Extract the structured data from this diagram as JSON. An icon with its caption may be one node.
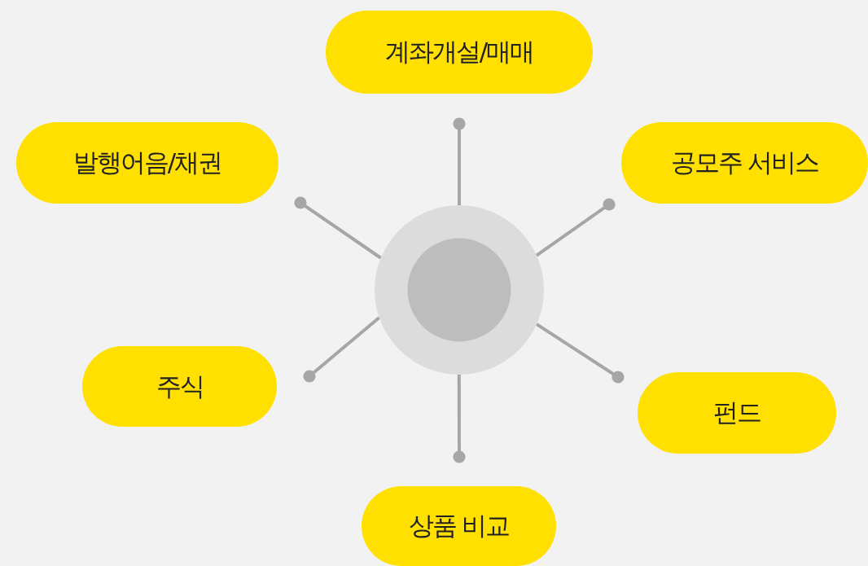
{
  "diagram": {
    "nodes": [
      {
        "text": [
          "계좌개설/매매"
        ]
      },
      {
        "text": [
          "발행어음/채권"
        ]
      },
      {
        "text": [
          "공모주 서비스"
        ]
      },
      {
        "text": [],
        "shape": "circle"
      },
      {
        "text": [
          "주식"
        ]
      },
      {
        "text": [
          "펀드"
        ]
      },
      {
        "text": [
          "상품 비교"
        ]
      }
    ],
    "edges": [
      {
        "from": 3,
        "to": 0,
        "arrow": "other"
      },
      {
        "from": 3,
        "to": 1,
        "arrow": "other"
      },
      {
        "from": 3,
        "to": 2,
        "arrow": "other"
      },
      {
        "from": 3,
        "to": 4,
        "arrow": "other"
      },
      {
        "from": 3,
        "to": 5,
        "arrow": "other"
      },
      {
        "from": 3,
        "to": 6,
        "arrow": "other"
      }
    ]
  }
}
